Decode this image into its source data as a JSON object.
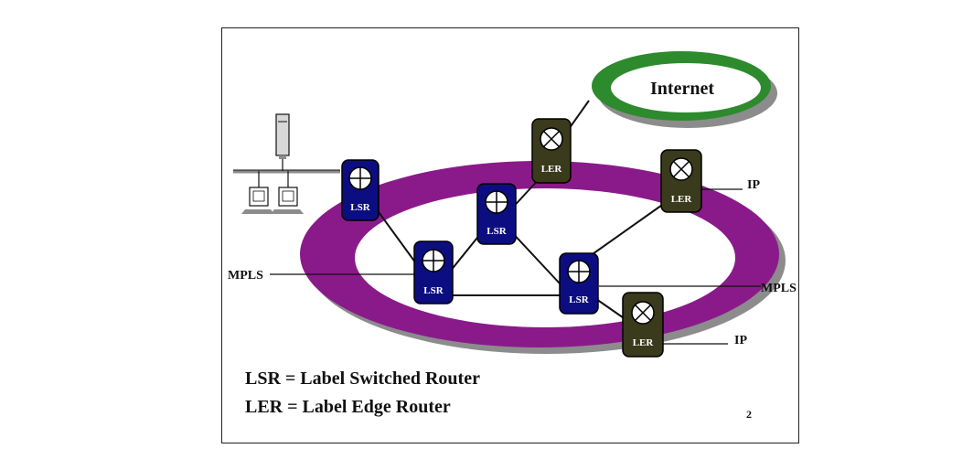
{
  "colors": {
    "mpls_ring": "#8a1a8a",
    "ring_shadow": "#8c8c8c",
    "internet_ring": "#2d8a2d",
    "lsr_fill": "#0d0d82",
    "ler_fill": "#3a3a1c",
    "link": "#111111"
  },
  "icons": {
    "lsr": "crosshair-circle-icon",
    "ler": "x-circle-icon",
    "workstation": "computer-terminal-icon",
    "server": "tower-server-icon"
  },
  "cloud": {
    "internet_label": "Internet"
  },
  "nodes": {
    "lsr_1": "LSR",
    "lsr_2": "LSR",
    "lsr_3": "LSR",
    "lsr_4": "LSR",
    "ler_1": "LER",
    "ler_2": "LER",
    "ler_3": "LER"
  },
  "labels": {
    "mpls_left": "MPLS",
    "mpls_right": "MPLS",
    "ip_top": "IP",
    "ip_bottom": "IP"
  },
  "legend": {
    "lsr": "LSR = Label Switched Router",
    "ler": "LER = Label Edge Router"
  },
  "page_number": "2"
}
